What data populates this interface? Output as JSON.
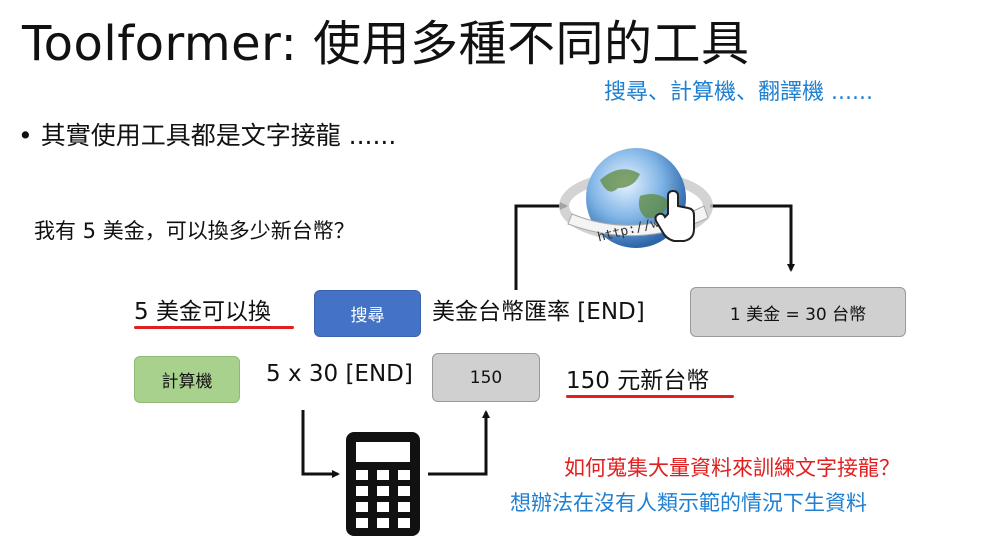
{
  "title": "Toolformer: 使用多種不同的工具",
  "tools_list": "搜尋、計算機、翻譯機 ......",
  "bullet": "• 其實使用工具都是文字接龍 ......",
  "question": "我有 5 美金，可以換多少新台幣？",
  "row1": {
    "prefix": "5 美金可以換",
    "search_button": "搜尋",
    "query": "美金台幣匯率 [END]",
    "result": "1 美金 = 30 台幣"
  },
  "row2": {
    "calc_button": "計算機",
    "expression": "5 x 30 [END]",
    "result": "150",
    "answer": "150 元新台幣"
  },
  "questions": {
    "red": "如何蒐集大量資料來訓練文字接龍？",
    "blue": "想辦法在沒有人類示範的情況下生資料"
  },
  "icons": {
    "globe": "globe-www-icon",
    "calculator": "calculator-icon"
  },
  "colors": {
    "blue_text": "#1f7fd0",
    "red_text": "#e02020",
    "search_button": "#4472c4",
    "calc_button": "#a9d18e",
    "result_box": "#d0d0d0"
  }
}
